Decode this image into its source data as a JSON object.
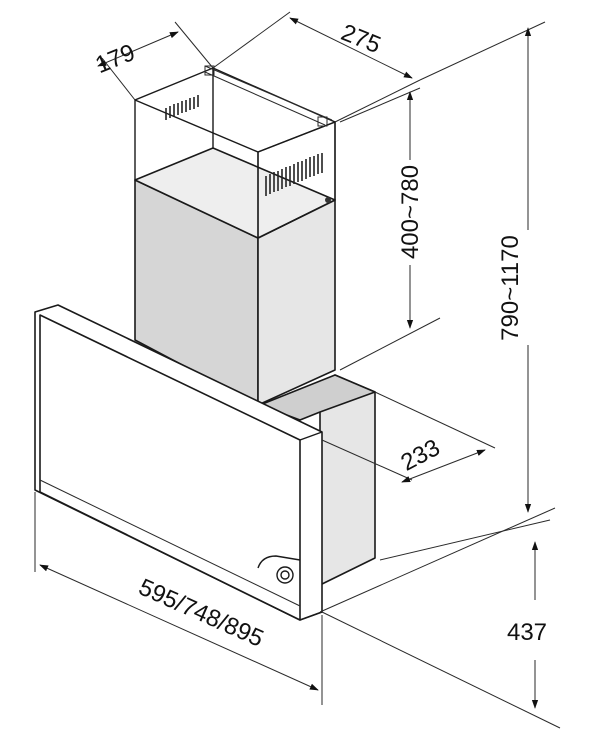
{
  "dimensions": {
    "top_depth": "179",
    "top_width": "275",
    "chimney_height": "400~780",
    "overall_height": "790~1170",
    "body_depth": "233",
    "width": "595/748/895",
    "body_height": "437"
  }
}
